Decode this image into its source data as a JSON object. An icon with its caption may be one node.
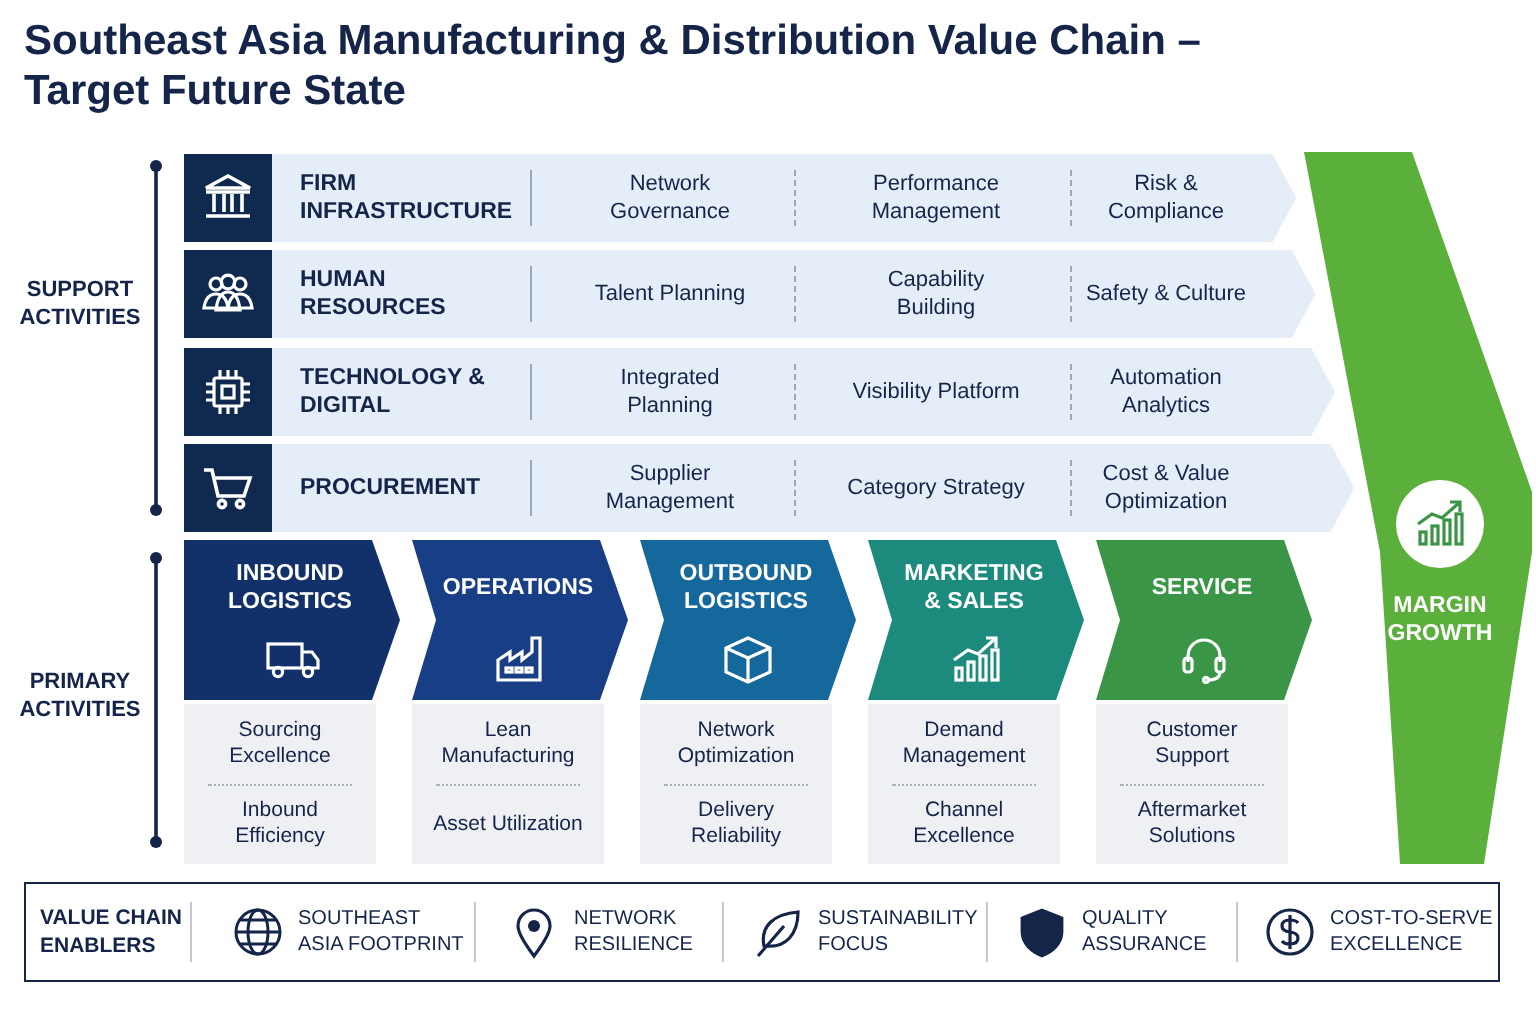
{
  "diagram": {
    "title": "Southeast Asia Manufacturing & Distribution Value Chain – Target Future State",
    "nodes": [
      {
        "text": [
          "FIRM INFRASTRUCTURE",
          "Network Governance",
          "Performance Management",
          "Risk & Compliance"
        ]
      },
      {
        "text": [
          "HUMAN RESOURCES",
          "Talent Planning",
          "Capability Building",
          "Safety & Culture"
        ]
      },
      {
        "text": [
          "TECHNOLOGY & DIGITAL",
          "Integrated Planning",
          "Visibility Platform",
          "Automation Analytics"
        ]
      },
      {
        "text": [
          "PROCUREMENT",
          "Supplier Management",
          "Category Strategy",
          "Cost & Value Optimization"
        ]
      },
      {
        "text": [
          "INBOUND LOGISTICS",
          "Sourcing Excellence",
          "Inbound Efficiency"
        ]
      },
      {
        "text": [
          "OPERATIONS",
          "Lean Manufacturing",
          "Asset Utilization"
        ]
      },
      {
        "text": [
          "OUTBOUND LOGISTICS",
          "Network Optimization",
          "Delivery Reliability"
        ]
      },
      {
        "text": [
          "MARKETING & SALES",
          "Demand Management",
          "Channel Excellence"
        ]
      },
      {
        "text": [
          "SERVICE",
          "Customer Support",
          "Aftermarket Solutions"
        ]
      },
      {
        "text": [
          "MARGIN GROWTH"
        ]
      },
      {
        "text": [
          "VALUE CHAIN ENABLERS"
        ]
      },
      {
        "text": [
          "SOUTHEAST ASIA FOOTPRINT"
        ],
        "in": 10
      },
      {
        "text": [
          "NETWORK RESILIENCE"
        ],
        "in": 10
      },
      {
        "text": [
          "SUSTAINABILITY FOCUS"
        ],
        "in": 10
      },
      {
        "text": [
          "QUALITY ASSURANCE"
        ],
        "in": 10
      },
      {
        "text": [
          "COST-TO-SERVE EXCELLENCE"
        ],
        "in": 10
      }
    ],
    "labels": [
      "SUPPORT ACTIVITIES",
      "PRIMARY ACTIVITIES"
    ]
  }
}
